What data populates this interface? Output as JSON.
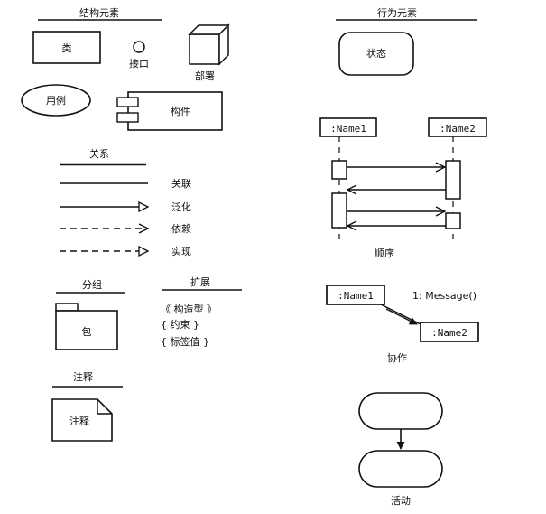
{
  "structural": {
    "header": "结构元素",
    "class_label": "类",
    "interface_label": "接口",
    "node_label": "部署",
    "usecase_label": "用例",
    "component_label": "构件"
  },
  "behavioral": {
    "header": "行为元素",
    "state_label": "状态",
    "seq_obj1": ":Name1",
    "seq_obj2": ":Name2",
    "seq_caption": "顺序",
    "collab_obj1": ":Name1",
    "collab_obj2": ":Name2",
    "collab_message": "1: Message()",
    "collab_caption": "协作",
    "activity_caption": "活动"
  },
  "relations": {
    "header": "关系",
    "association": "关联",
    "generalization": "泛化",
    "dependency": "依赖",
    "realization": "实现"
  },
  "grouping": {
    "header": "分组",
    "package_label": "包"
  },
  "extension": {
    "header": "扩展",
    "stereotype": "《  构造型  》",
    "constraint": "{  约束  }",
    "tagged_value": "{  标签值  }"
  },
  "annotation": {
    "header": "注释",
    "note_label": "注释"
  }
}
